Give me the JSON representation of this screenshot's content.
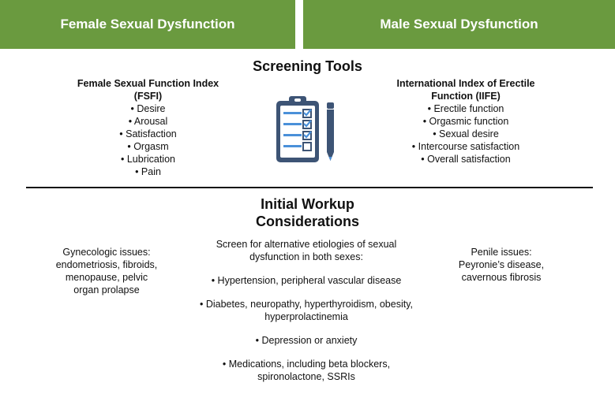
{
  "header": {
    "left": "Female Sexual Dysfunction",
    "right": "Male Sexual Dysfunction"
  },
  "screening": {
    "title": "Screening Tools",
    "female_tool": {
      "name_line1": "Female Sexual Function Index",
      "name_line2": "(FSFI)",
      "items": [
        "• Desire",
        "• Arousal",
        "• Satisfaction",
        "• Orgasm",
        "• Lubrication",
        "• Pain"
      ]
    },
    "male_tool": {
      "name_line1": "International Index of Erectile",
      "name_line2": "Function (IIFE)",
      "items": [
        "• Erectile function",
        "• Orgasmic function",
        "• Sexual desire",
        "• Intercourse satisfaction",
        "• Overall satisfaction"
      ]
    },
    "icon": "clipboard-checklist-icon",
    "icon2": "pencil-icon",
    "icon_color": "#3d5475",
    "check_color": "#4a90d9"
  },
  "workup": {
    "title_line1": "Initial Workup",
    "title_line2": "Considerations",
    "left_lines": [
      "Gynecologic issues:",
      "endometriosis, fibroids,",
      "menopause, pelvic",
      "organ prolapse"
    ],
    "right_lines": [
      "Penile issues:",
      "Peyronie’s disease,",
      "cavernous fibrosis"
    ],
    "center_intro_lines": [
      "Screen for alternative etiologies of sexual",
      "dysfunction in both sexes:"
    ],
    "center_items": [
      [
        "• Hypertension, peripheral vascular disease"
      ],
      [
        "• Diabetes, neuropathy, hyperthyroidism, obesity,",
        "hyperprolactinemia"
      ],
      [
        "• Depression or anxiety"
      ],
      [
        "• Medications, including beta blockers,",
        "spironolactone, SSRIs"
      ]
    ]
  },
  "colors": {
    "header_bg": "#6a9a3f",
    "header_text": "#ffffff",
    "divider": "#111111"
  }
}
